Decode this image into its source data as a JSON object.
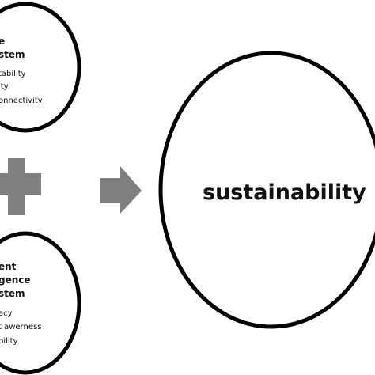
{
  "top_circle": {
    "title_lines": [
      "e",
      "stem"
    ],
    "items": [
      "tability",
      "ity",
      "onnectivity"
    ]
  },
  "bottom_circle": {
    "title_lines": [
      "ent",
      "gence",
      "stem"
    ],
    "items": [
      "acy",
      "t awerness",
      "bility"
    ]
  },
  "result": {
    "label": "sustainability"
  },
  "colors": {
    "stroke": "#000000",
    "plus": "#808080",
    "arrow": "#808080",
    "text": "#111111",
    "background": "#ffffff"
  },
  "icons": {
    "plus": "plus-icon",
    "arrow": "arrow-right-icon"
  }
}
